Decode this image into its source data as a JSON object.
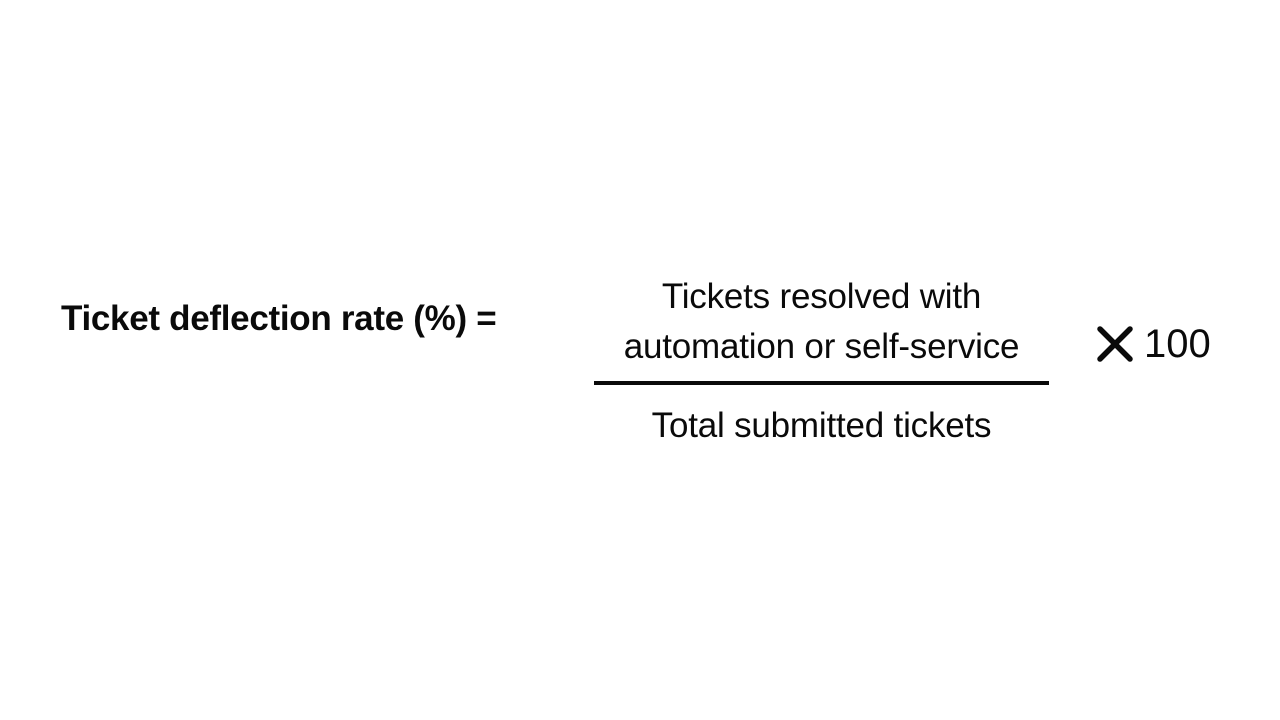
{
  "formula": {
    "lhs": "Ticket deflection rate (%) =",
    "numerator_lines": [
      "Tickets resolved with",
      "automation or self-service"
    ],
    "denominator": "Total submitted tickets",
    "operator_icon": "multiply-icon",
    "factor": "100"
  },
  "colors": {
    "background": "#ffffff",
    "text": "#0a0a0a"
  }
}
